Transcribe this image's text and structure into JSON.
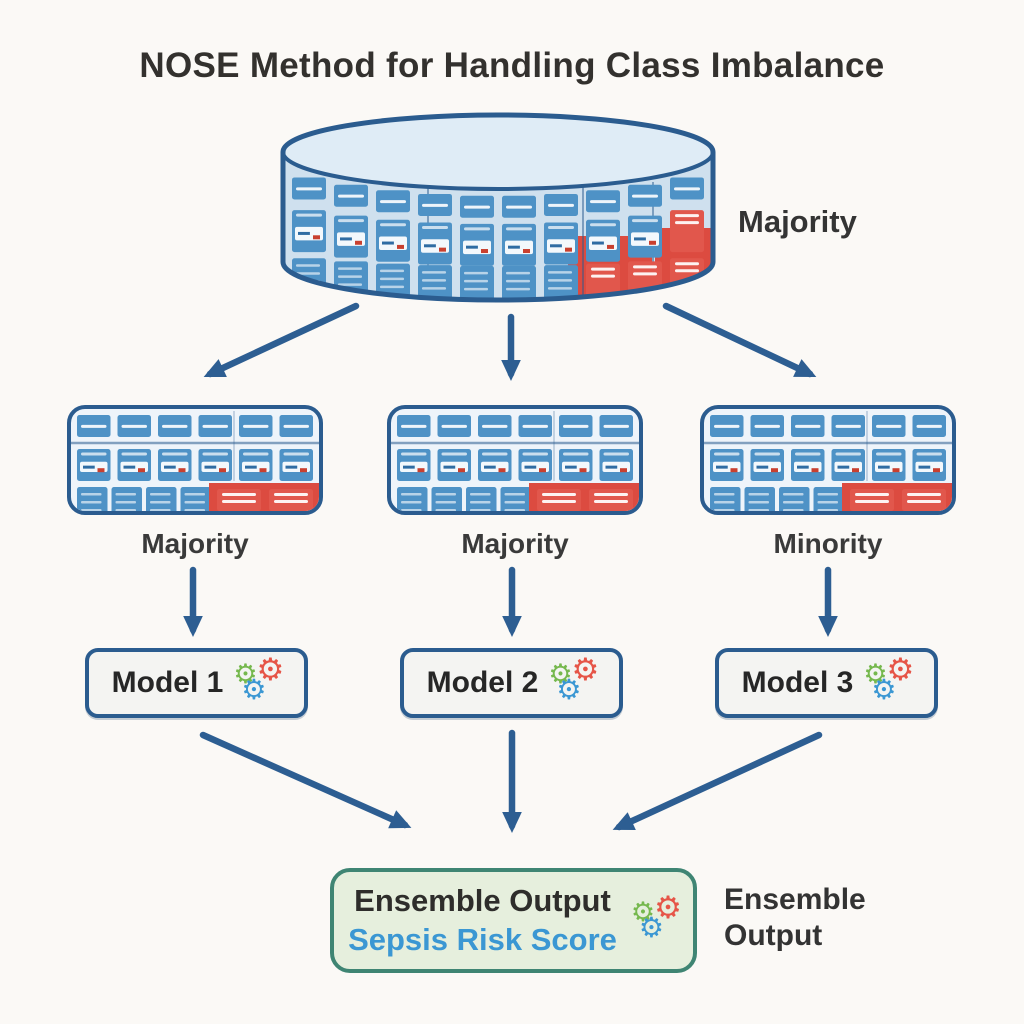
{
  "title": "NOSE Method for Handling Class Imbalance",
  "dataset": {
    "label": "Majority"
  },
  "subsets": [
    {
      "label": "Majority"
    },
    {
      "label": "Majority"
    },
    {
      "label": "Minority"
    }
  ],
  "models": [
    {
      "label": "Model 1"
    },
    {
      "label": "Model 2"
    },
    {
      "label": "Model 3"
    }
  ],
  "ensemble": {
    "line1": "Ensemble Output",
    "line2": "Sepsis Risk Score",
    "side_label": "Ensemble Output"
  },
  "icons": {
    "gear": "⚙︎"
  },
  "colors": {
    "background": "#fbf9f6",
    "arrow": "#2d5e92",
    "outline": "#2b5c8f",
    "cylinder_fill": "#cfe0ee",
    "cylinder_top": "#dfecf6",
    "card_majority": "#4e92c6",
    "card_minority": "#e1574c",
    "panel_minority": "#dc4b40",
    "subset_bg": "#eef4fa",
    "model_bg": "#f4f4f2",
    "ensemble_bg": "#e6efdd",
    "ensemble_border": "#3f8573",
    "score_text": "#3b97d3",
    "text_dark": "#33312e",
    "gear_green": "#76b84e",
    "gear_red": "#e65548",
    "gear_blue": "#3b97d3"
  }
}
